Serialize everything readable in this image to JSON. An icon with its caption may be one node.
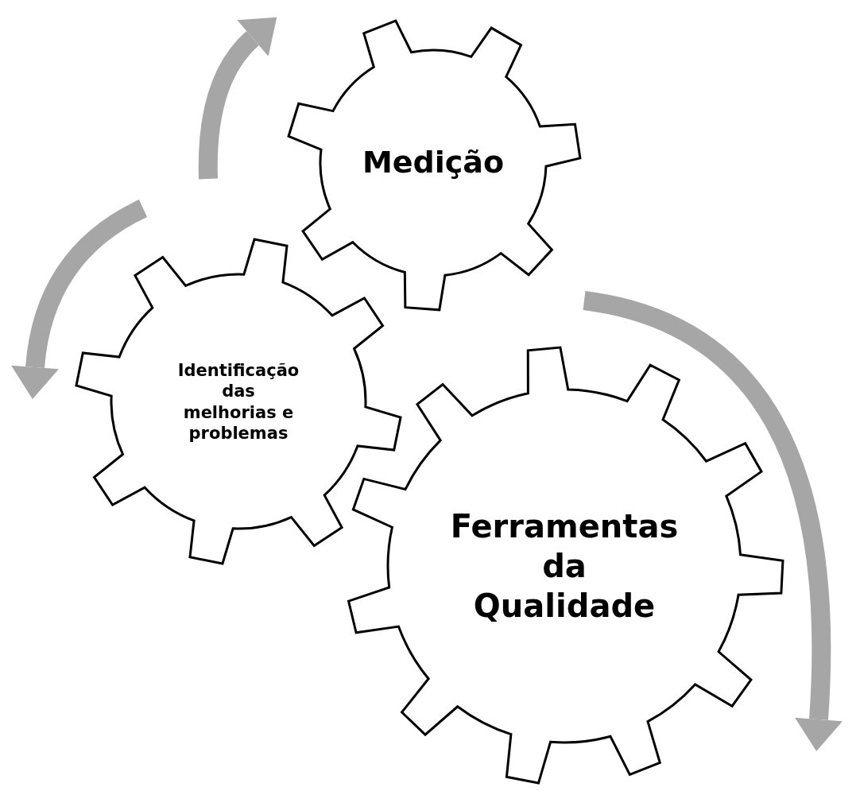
{
  "diagram": {
    "nodes": [
      {
        "text": [
          "Medição"
        ]
      },
      {
        "text": [
          "Identificação das melhorias e problemas"
        ]
      },
      {
        "text": [
          "Ferramentas da Qualidade"
        ]
      }
    ]
  }
}
